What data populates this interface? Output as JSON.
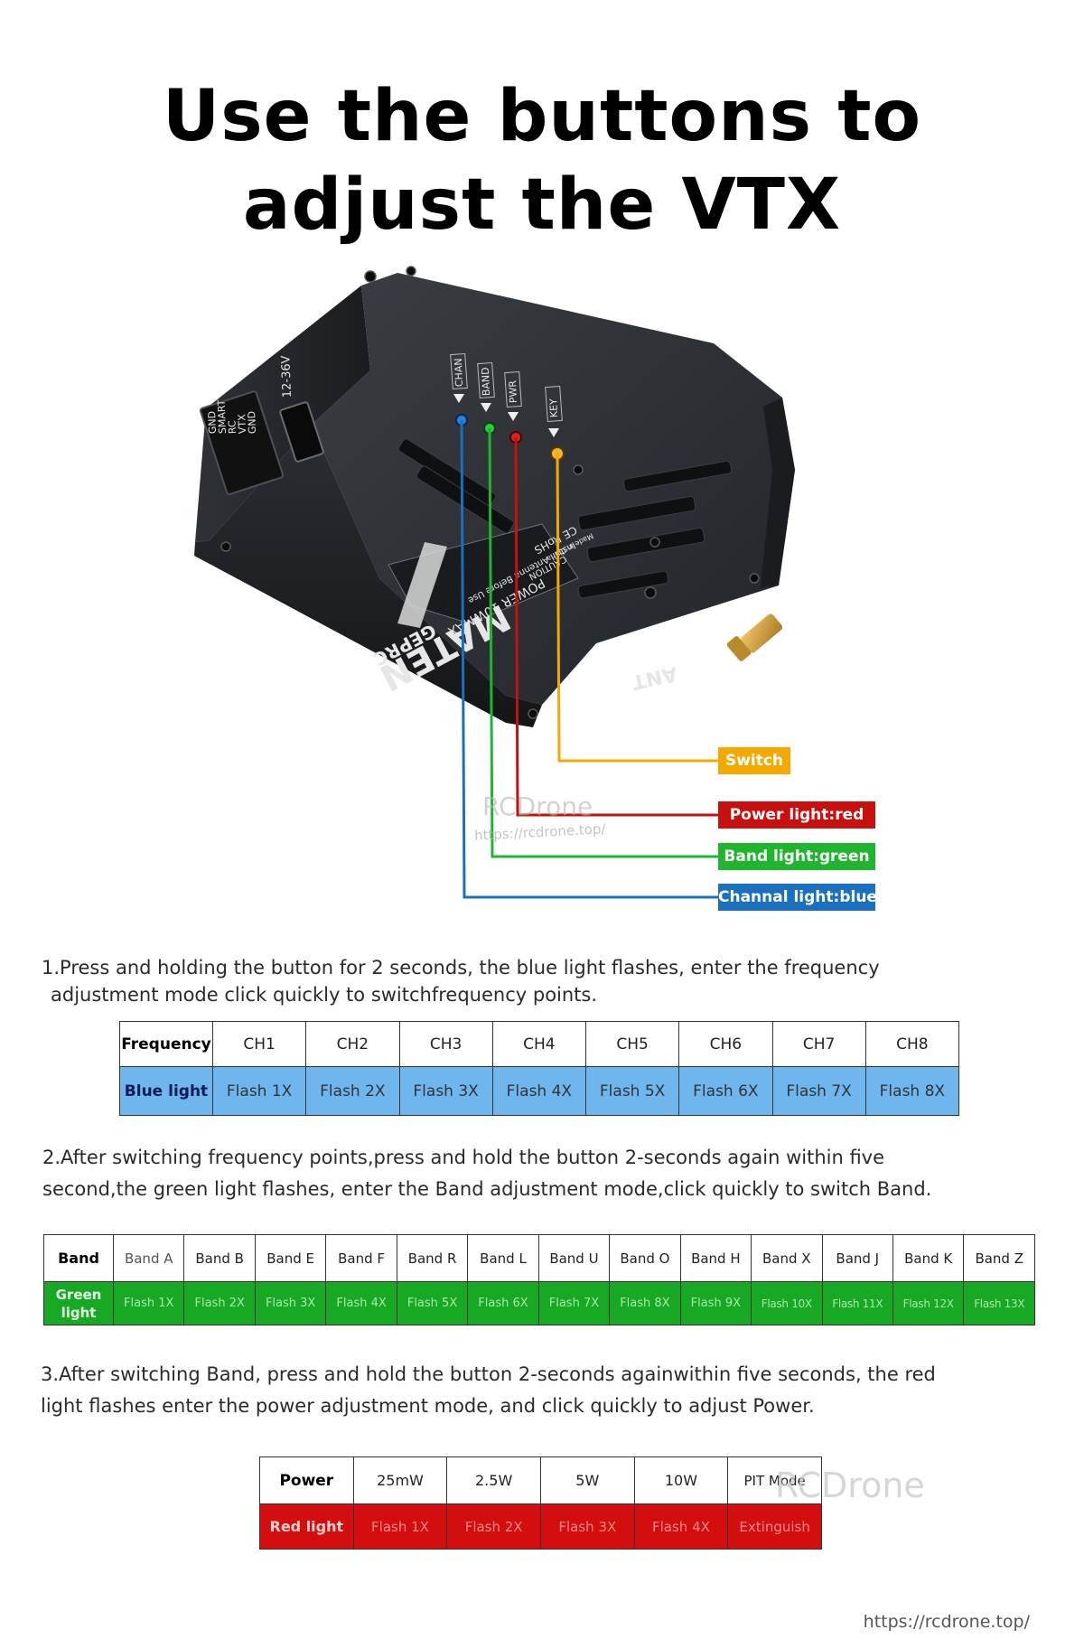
{
  "title": {
    "line1": "Use the buttons to",
    "line2": "adjust the VTX"
  },
  "device": {
    "button_labels": [
      "CHAN",
      "BAND",
      "PWR",
      "KEY"
    ],
    "power_label": "12-36V",
    "pin_labels": [
      "GND",
      "VTX",
      "RC",
      "SMART",
      "GND"
    ],
    "brand": "GEPRC",
    "model": "MATEN",
    "model_sub": "POWER 10WMAX",
    "caution": "CAUTION",
    "caution_note": "Install Antenna Before Use",
    "cert": "CE RoHS",
    "made_in": "Made in China",
    "ant_label": "ANT"
  },
  "callouts": {
    "switch": "Switch",
    "power": "Power light:red",
    "band": "Band light:green",
    "channel": "Channal light:blue"
  },
  "colors": {
    "switch": "#f5a800",
    "power": "#c8100f",
    "band": "#1fb52f",
    "channel": "#1a6fbf",
    "blue_row": "#6fb6ef",
    "green_row": "#17a923",
    "red_row": "#d40e0e"
  },
  "watermark": {
    "name": "RCDrone",
    "url": "https://rcdrone.top/"
  },
  "step1": {
    "line1": "1.Press and holding the button for 2 seconds, the blue light flashes, enter the frequency",
    "line2": "adjustment mode click quickly to switchfrequency points."
  },
  "frequency_table": {
    "header_label": "Frequency",
    "headers": [
      "CH1",
      "CH2",
      "CH3",
      "CH4",
      "CH5",
      "CH6",
      "CH7",
      "CH8"
    ],
    "row_label": "Blue light",
    "values": [
      "Flash 1X",
      "Flash 2X",
      "Flash 3X",
      "Flash 4X",
      "Flash 5X",
      "Flash 6X",
      "Flash 7X",
      "Flash 8X"
    ]
  },
  "step2": {
    "line1": "2.After switching frequency points,press and hold the button 2-seconds again within five",
    "line2": "second,the green light flashes, enter the Band adjustment mode,click quickly to switch Band."
  },
  "band_table": {
    "header_label": "Band",
    "headers": [
      "Band A",
      "Band B",
      "Band E",
      "Band F",
      "Band R",
      "Band L",
      "Band U",
      "Band O",
      "Band H",
      "Band X",
      "Band J",
      "Band K",
      "Band Z"
    ],
    "row_label_1": "Green",
    "row_label_2": "light",
    "values": [
      "Flash 1X",
      "Flash 2X",
      "Flash 3X",
      "Flash 4X",
      "Flash 5X",
      "Flash 6X",
      "Flash 7X",
      "Flash 8X",
      "Flash 9X",
      "Flash 10X",
      "Flash 11X",
      "Flash 12X",
      "Flash 13X"
    ]
  },
  "step3": {
    "line1": "3.After switching Band, press and hold the button 2-seconds againwithin five seconds, the red",
    "line2": "light flashes enter the power adjustment mode, and click quickly to adjust Power."
  },
  "power_table": {
    "header_label": "Power",
    "headers": [
      "25mW",
      "2.5W",
      "5W",
      "10W",
      "PIT Mode"
    ],
    "row_label": "Red light",
    "values": [
      "Flash 1X",
      "Flash 2X",
      "Flash 3X",
      "Flash 4X",
      "Extinguish"
    ]
  }
}
